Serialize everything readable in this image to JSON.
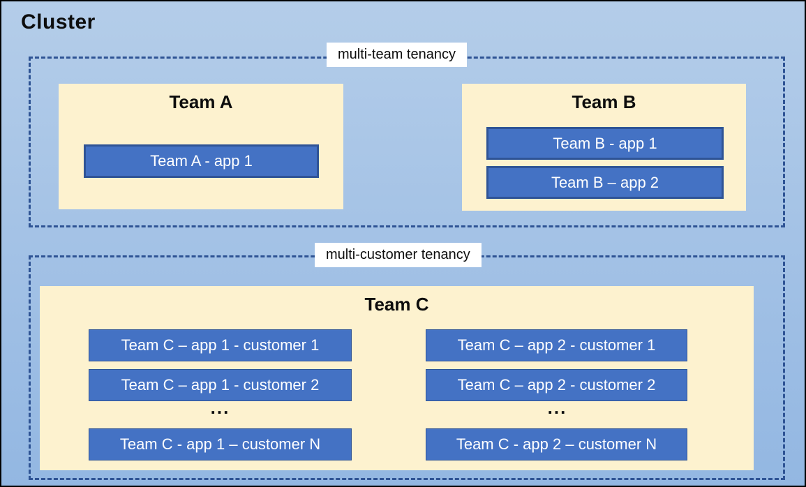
{
  "title": "Cluster",
  "multi_team": {
    "label": "multi-team tenancy",
    "team_a": {
      "title": "Team A",
      "app1": "Team A - app 1"
    },
    "team_b": {
      "title": "Team B",
      "app1": "Team B - app 1",
      "app2": "Team B – app 2"
    }
  },
  "multi_customer": {
    "label": "multi-customer tenancy",
    "team_c": {
      "title": "Team C",
      "col1": {
        "row1": "Team C – app 1 - customer 1",
        "row2": "Team C – app 1 - customer 2",
        "ellipsis": "...",
        "rowN": "Team C - app 1 – customer N"
      },
      "col2": {
        "row1": "Team C – app 2 - customer 1",
        "row2": "Team C – app 2 - customer 2",
        "ellipsis": "...",
        "rowN": "Team C - app 2 – customer N"
      }
    }
  },
  "colors": {
    "canvas_gradient_top": "#B4CDE9",
    "canvas_gradient_bottom": "#93B7E2",
    "panel_fill": "#FDF2CF",
    "app_fill": "#4472C4",
    "app_border": "#2F5496",
    "dashed_border": "#2E5394",
    "outer_border": "#000000",
    "label_background": "#FFFFFF",
    "heading_text": "#0D0D0D",
    "app_text": "#FFFFFF"
  }
}
